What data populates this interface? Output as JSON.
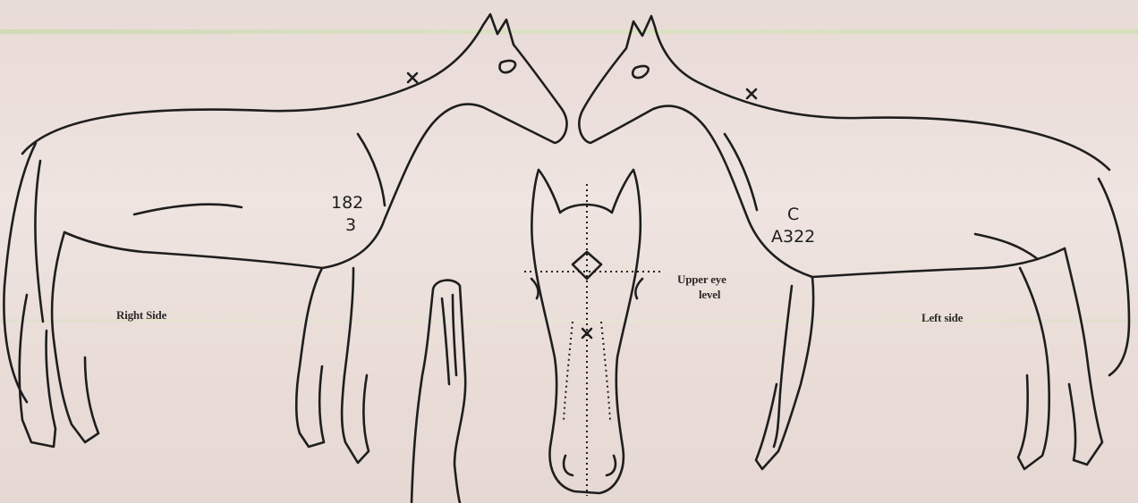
{
  "labels": {
    "right_side": "Right Side",
    "left_side": "Left side",
    "upper_eye_line1": "Upper eye",
    "upper_eye_line2": "level"
  },
  "handwritten": {
    "right_line1": "182",
    "right_line2": "3",
    "left_line1": "C",
    "left_line2": "A322"
  }
}
